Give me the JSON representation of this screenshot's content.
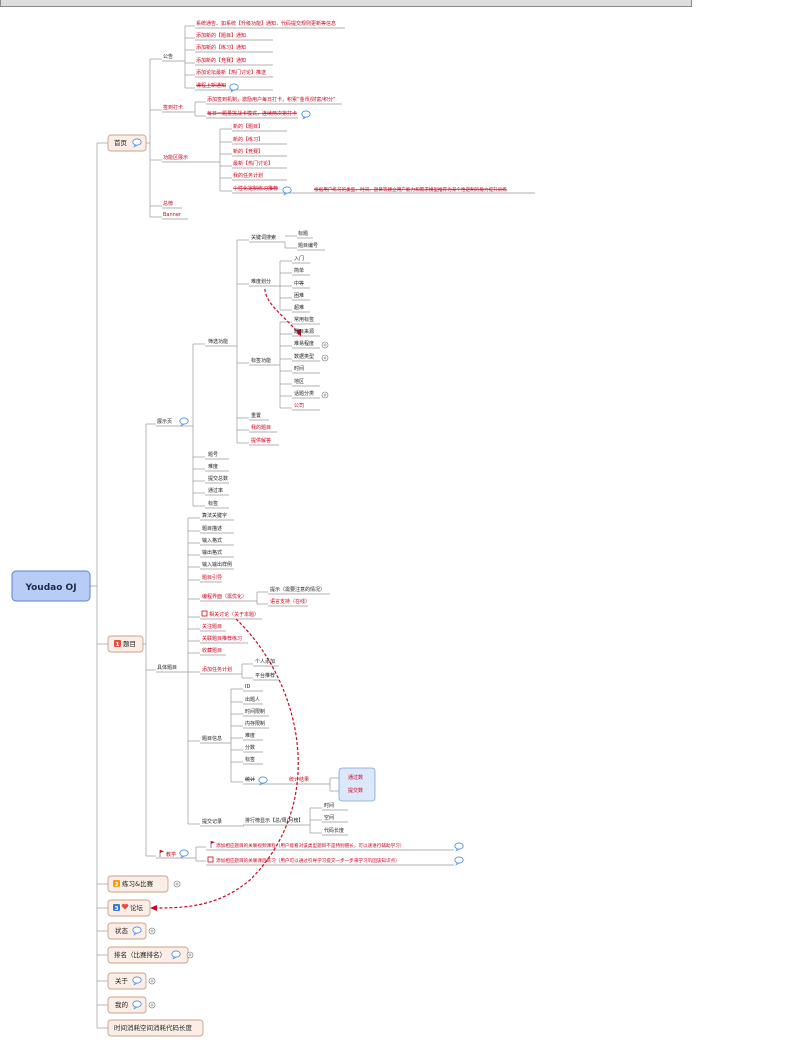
{
  "colors": {
    "line": "#999999",
    "red": "#d0021b",
    "black": "#222222",
    "accent": "#c9a38a",
    "root_fill": "#b8cdf5",
    "root_stroke": "#5b82d4",
    "badge_red": "#e74c3c",
    "badge_orange": "#f39c12",
    "badge_blue": "#3a7bd5",
    "bubble": "#4a90e2"
  },
  "icons": {
    "comment": "speech-bubble-icon",
    "expand": "plus-circle-icon",
    "flag": "red-flag-icon",
    "badge": "number-badge-icon",
    "heart": "heart-icon"
  },
  "root": "Youdao OJ",
  "main": {
    "home": "首页",
    "problems": "题目",
    "problems_badge": "1",
    "practice": "练习&比赛",
    "practice_badge": "2",
    "forum": "论坛",
    "forum_badge": "3",
    "status": "状态",
    "rank": "排名（比赛排名）",
    "about": "关于",
    "mine": "我的",
    "footer": "时间消耗空间消耗代码长度"
  },
  "home": {
    "notice": "公告",
    "notice_items": [
      "系统通告、如系统【升级功能】通知，代码提交规则更新等信息",
      "添加新的【题目】通知",
      "添加新的【练习】通知",
      "添加新的【竞赛】通知",
      "添加论坛最新【热门讨论】推送",
      "课程上新通知"
    ],
    "checkin": "签到打卡",
    "checkin_items": [
      "添加签到机制，激励用户每日打卡，积累“金币/财富/积分”",
      "每日一题量挑战卡模式，连续两次第打卡"
    ],
    "func": "功能区展示",
    "func_items": [
      "新的【题目】",
      "新的【练习】",
      "新的【竞赛】",
      "最新【热门讨论】",
      "我的任务计划",
      "个性化定制练习推荐"
    ],
    "func_note": "根据用户练习的类型、时间、题目等建立用户能力和需求模型推荐为某个性定制的能力提升训练",
    "total": "总榜",
    "banner": "Banner"
  },
  "problems": {
    "display": "展示页",
    "filter": "筛选功能",
    "keyword": "关键词搜索",
    "keyword_items": [
      "标题",
      "题目编号"
    ],
    "difficulty": "难度划分",
    "difficulty_items": [
      "入门",
      "简单",
      "中等",
      "困难",
      "超难"
    ],
    "tags": "标签功能",
    "tag_items": [
      "常用标签",
      "题目来源",
      "难易程度",
      "数据类型",
      "时间",
      "地区",
      "话题分类",
      "公司"
    ],
    "reset": "重置",
    "my_problems": "我的题目",
    "solutions": "提供解答",
    "cols": [
      "题号",
      "难度",
      "提交总数",
      "通过率",
      "标签"
    ],
    "detail": "具体题目",
    "detail_items": [
      "算法关键字",
      "题目描述",
      "输入格式",
      "输出格式",
      "输入输出样例"
    ],
    "hint": "题目引导",
    "editor": "编程界面（需优化）",
    "editor_items": [
      "提示（需要注意的情况）",
      "语言支持（在线）"
    ],
    "discuss": "相关讨论（关于本题）",
    "follow": "关注题目",
    "related": "关联题目推荐练习",
    "fav": "收藏题目",
    "plan": "添加任务计划",
    "plan_items": [
      "个人添加",
      "平台推荐"
    ],
    "info": "题目信息",
    "info_items": [
      "ID",
      "出题人",
      "时间限制",
      "内存限制",
      "难度",
      "分数",
      "标签"
    ],
    "stats": "统计",
    "stats_result": "统计结果",
    "pass_count": "通过数",
    "submit_count": "提交数",
    "records": "提交记录",
    "rank_show": "排行榜显示【总/周/月榜】",
    "rank_items": [
      "时间",
      "空间",
      "代码长度"
    ],
    "teach": "教学",
    "teach_items": [
      "添加相应题目的关联视频课程（用户能看对该类型题目不是特别擅长，可以速进行辅助学习）",
      "添加相应题目的关联课后练习（用户可以通过引导学习提交一步一步来学习巩固该知识点）"
    ]
  }
}
